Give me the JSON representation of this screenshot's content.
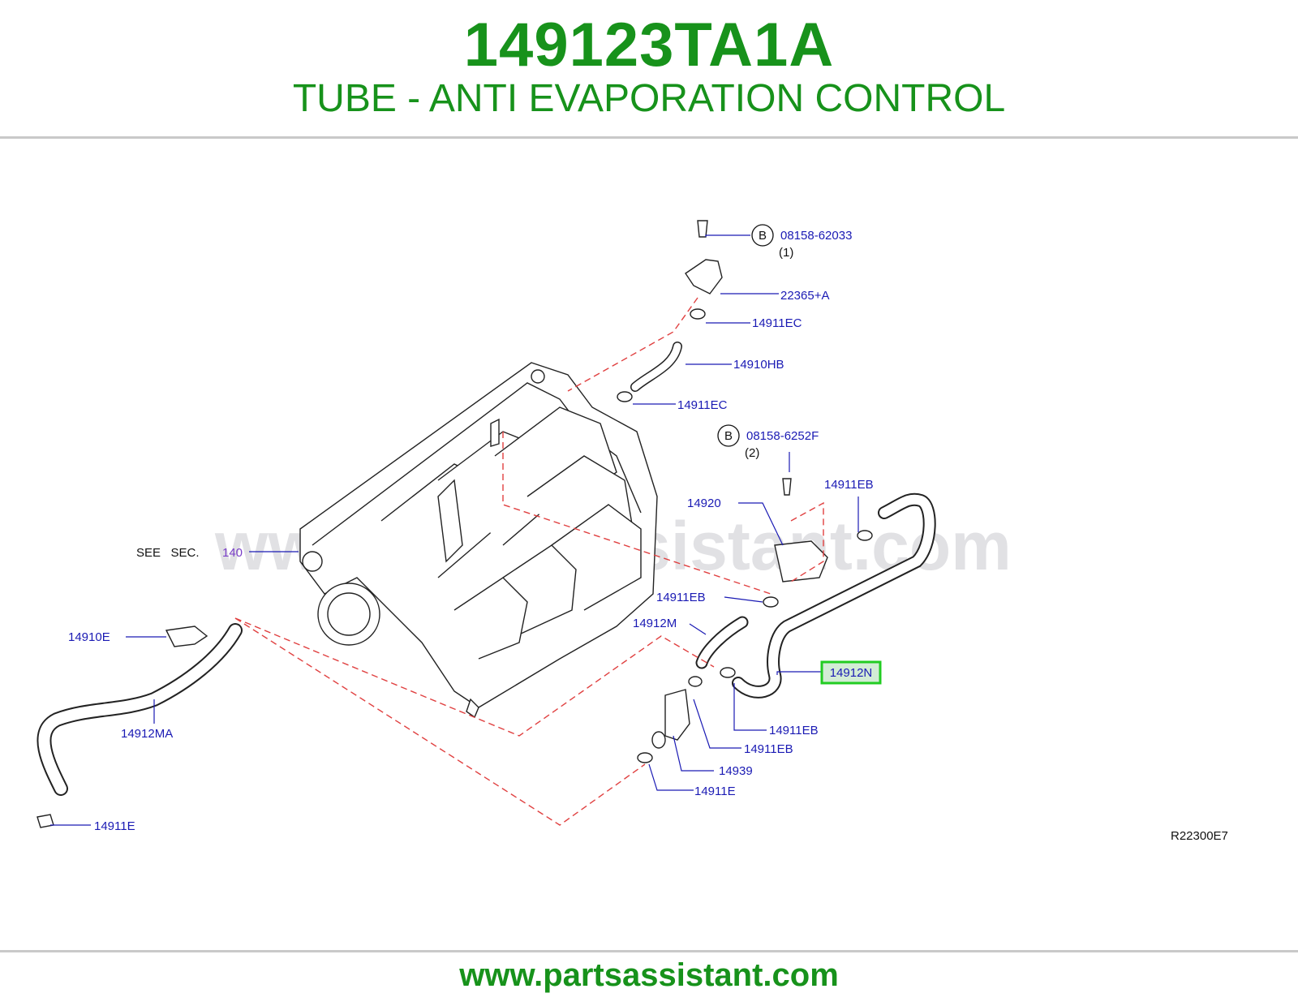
{
  "header": {
    "part_number": "149123TA1A",
    "part_name": "TUBE - ANTI EVAPORATION CONTROL"
  },
  "diagram": {
    "watermark": "www.partsassistant.com",
    "see_sec_label": "SEE   SEC.",
    "see_sec_ref": "140",
    "bolt_marker": "B",
    "callouts": {
      "bolt_1": "08158-62033",
      "bolt_1_qty": "(1)",
      "c_22365a": "22365+A",
      "c_14911ec_top": "14911EC",
      "c_14910hb": "14910HB",
      "c_14911ec_mid": "14911EC",
      "bolt_2": "08158-6252F",
      "bolt_2_qty": "(2)",
      "c_14920": "14920",
      "c_14911eb_top": "14911EB",
      "c_14911eb_left": "14911EB",
      "c_14912m": "14912M",
      "c_14912n": "14912N",
      "c_14911eb_lower1": "14911EB",
      "c_14911eb_lower2": "14911EB",
      "c_14939": "14939",
      "c_14911e_right": "14911E",
      "c_14910e": "14910E",
      "c_14912ma": "14912MA",
      "c_14911e_left": "14911E"
    },
    "highlight_color": "#22cc22",
    "drawing_code": "R22300E7"
  },
  "footer": {
    "url": "www.partsassistant.com"
  }
}
